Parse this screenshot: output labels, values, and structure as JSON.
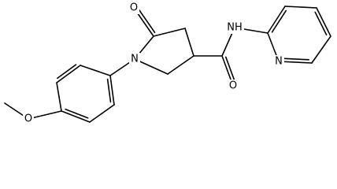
{
  "molecule": {
    "labels": {
      "n_ring": "N",
      "o_ketone": "O",
      "nh_amide": "NH",
      "o_amide": "O",
      "n_pyridine": "N",
      "o_methoxy": "O"
    }
  }
}
